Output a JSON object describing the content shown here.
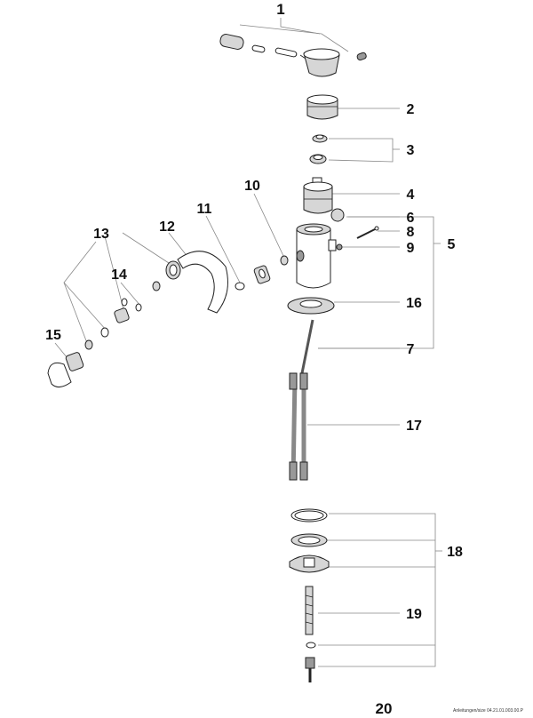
{
  "callouts": [
    "1",
    "2",
    "3",
    "4",
    "5",
    "6",
    "7",
    "8",
    "9",
    "10",
    "11",
    "12",
    "13",
    "14",
    "15",
    "16",
    "17",
    "18",
    "19",
    "20"
  ],
  "footer": {
    "page_number": "20",
    "doc_code": "Anleitungen/size 04.21.01.003.00.P"
  },
  "colors": {
    "ink": "#222222",
    "leader": "#888888",
    "part_fill": "#d6d6d6"
  }
}
